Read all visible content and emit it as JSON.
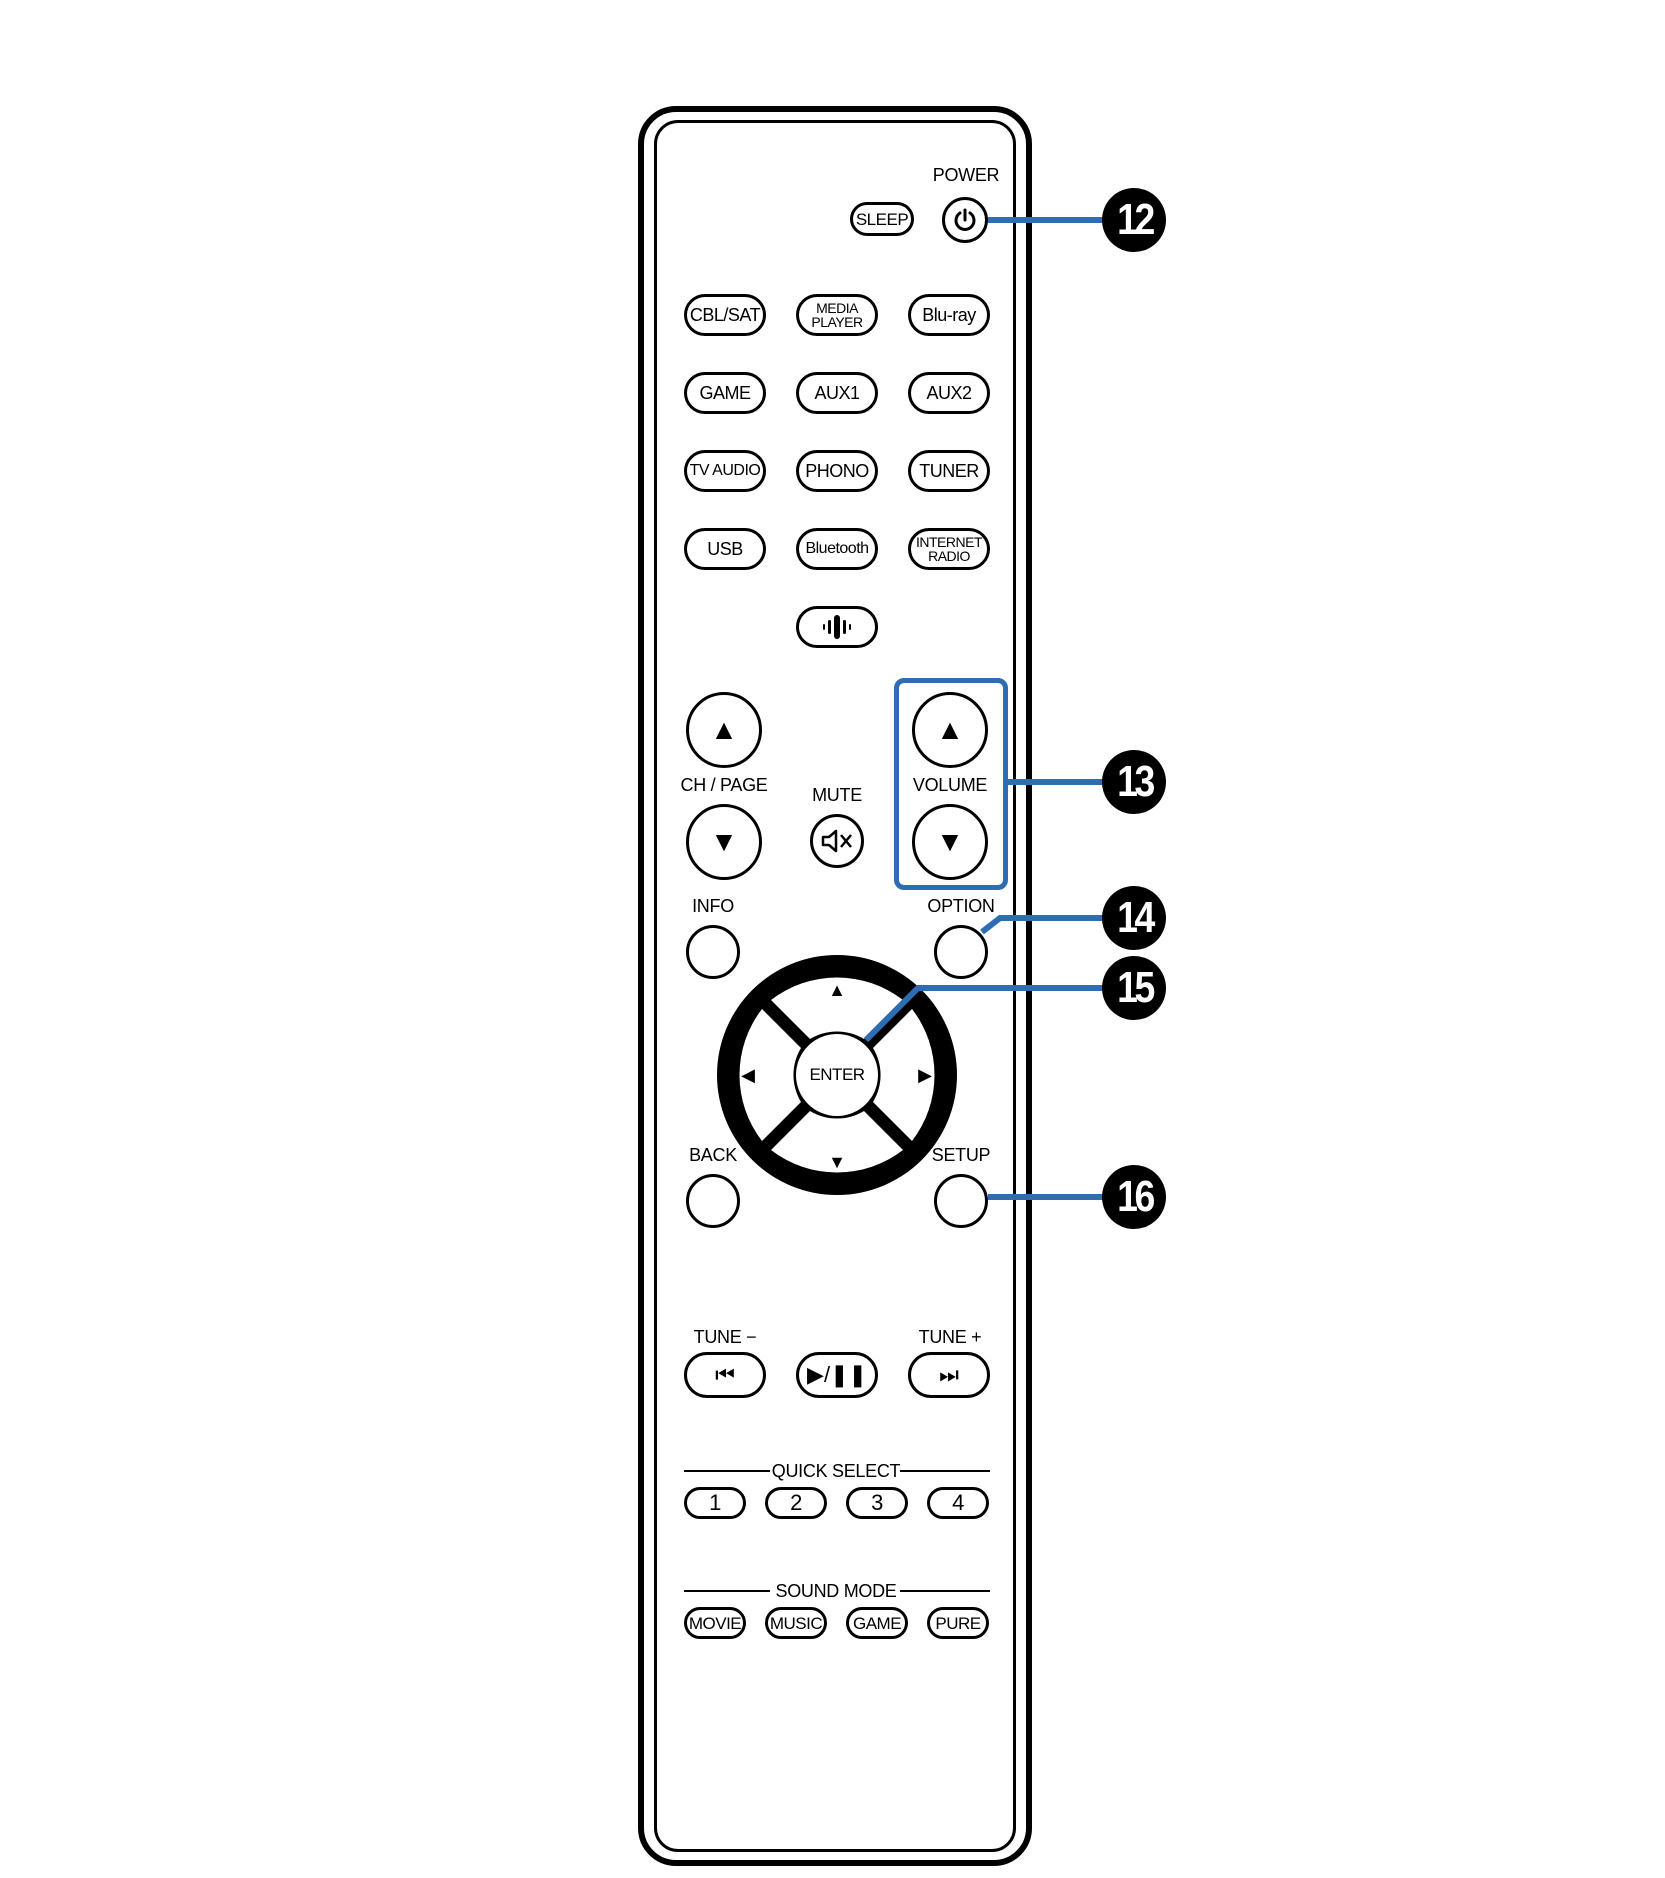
{
  "top": {
    "power_label": "POWER",
    "sleep": "SLEEP",
    "power_icon": "power-icon"
  },
  "sources": {
    "cbl_sat": "CBL/SAT",
    "media_player": "MEDIA\nPLAYER",
    "bluray": "Blu-ray",
    "game": "GAME",
    "aux1": "AUX1",
    "aux2": "AUX2",
    "tv_audio": "TV AUDIO",
    "phono": "PHONO",
    "tuner": "TUNER",
    "usb": "USB",
    "bluetooth": "Bluetooth",
    "internet_radio": "INTERNET\nRADIO",
    "heos_icon": "heos-icon"
  },
  "levels": {
    "ch_page": "CH / PAGE",
    "mute": "MUTE",
    "volume": "VOLUME",
    "up_glyph": "▲",
    "down_glyph": "▼",
    "mute_glyph": "🔇"
  },
  "nav": {
    "info": "INFO",
    "option": "OPTION",
    "back": "BACK",
    "setup": "SETUP",
    "enter": "ENTER",
    "up": "▲",
    "down": "▼",
    "left": "◀",
    "right": "▶"
  },
  "transport": {
    "tune_minus": "TUNE −",
    "tune_plus": "TUNE +",
    "prev_glyph": "⏮",
    "play_pause_glyph": "▶/❚❚",
    "next_glyph": "⏭"
  },
  "quick_select": {
    "label": "QUICK SELECT",
    "buttons": [
      "1",
      "2",
      "3",
      "4"
    ]
  },
  "sound_mode": {
    "label": "SOUND MODE",
    "buttons": [
      "MOVIE",
      "MUSIC",
      "GAME",
      "PURE"
    ]
  },
  "callouts": [
    "12",
    "13",
    "14",
    "15",
    "16"
  ],
  "colors": {
    "callout_line": "#2e6db4",
    "outline": "#000000"
  }
}
